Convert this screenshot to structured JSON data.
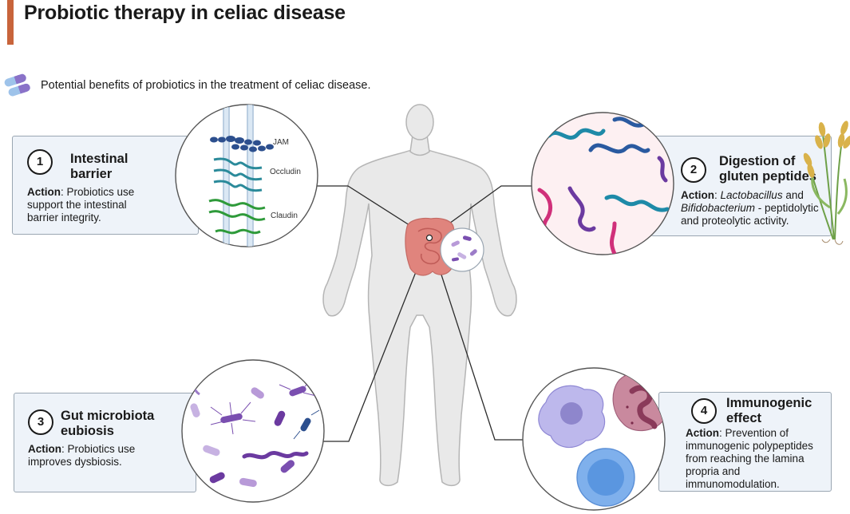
{
  "header": {
    "title": "Probiotic therapy in celiac disease",
    "subtitle": "Potential benefits of probiotics in the treatment of celiac disease.",
    "accent_color": "#c8643b"
  },
  "panels": [
    {
      "number": "1",
      "title_line1": "Intestinal",
      "title_line2": "barrier",
      "action_label": "Action",
      "action_text_1": ": Probiotics use",
      "action_text_2": "support the intestinal",
      "action_text_3": "barrier integrity.",
      "labels": [
        "JAM",
        "Occludin",
        "Claudin"
      ]
    },
    {
      "number": "2",
      "title_line1": "Digestion of",
      "title_line2": "gluten peptides",
      "action_label": "Action",
      "action_sep": ": ",
      "action_genus_1": "Lactobacillus",
      "action_and": " and",
      "action_genus_2": "Bifidobacterium",
      "action_text_2": " - peptidolytic",
      "action_text_3": "and proteolytic activity."
    },
    {
      "number": "3",
      "title_line1": "Gut microbiota",
      "title_line2": "eubiosis",
      "action_label": "Action",
      "action_text_1": ": Probiotics use",
      "action_text_2": "improves dysbiosis."
    },
    {
      "number": "4",
      "title_line1": "Immunogenic",
      "title_line2": "effect",
      "action_label": "Action",
      "action_text_1": ": Prevention of",
      "action_text_2": "immunogenic polypeptides",
      "action_text_3": "from reaching the lamina",
      "action_text_4": "propria and",
      "action_text_5": "immunomodulation."
    }
  ],
  "colors": {
    "card_bg": "#eef3f9",
    "card_border": "#9aa6b2",
    "body_skin": "#e9e9e9",
    "body_outline": "#b5b5b5",
    "intestine": "#e0847d",
    "bacteria_purple": "#7a4fb0",
    "peptide_blue": "#2a5aa0",
    "peptide_teal": "#1e8aa8",
    "peptide_magenta": "#d0307a",
    "claudin_green": "#2e9a3a",
    "occludin_teal": "#2a8a9a",
    "jam_navy": "#2c4f8e",
    "wheat_gold": "#d9b24a",
    "wheat_green": "#6ea048"
  }
}
